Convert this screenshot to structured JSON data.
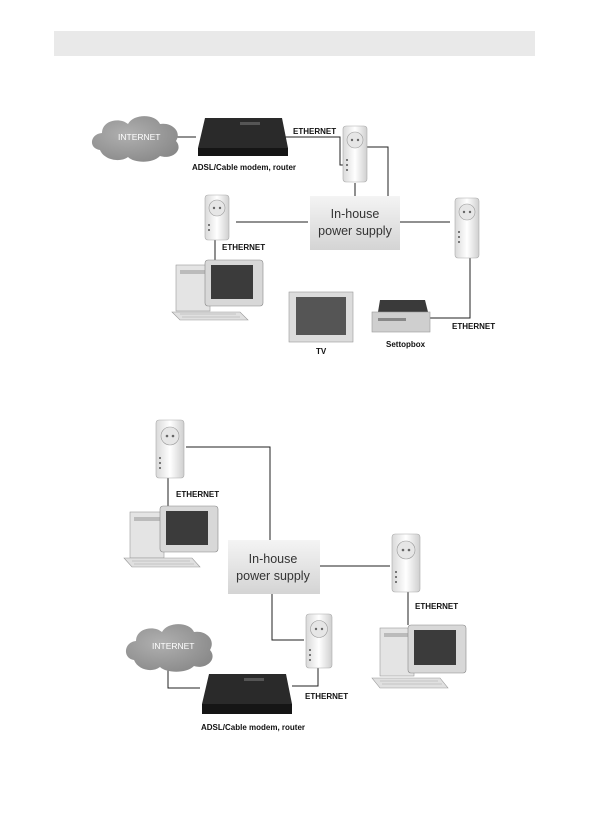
{
  "diagram1": {
    "internet_label": "INTERNET",
    "modem_label": "ADSL/Cable modem, router",
    "power_supply_line1": "In-house",
    "power_supply_line2": "power supply",
    "ethernet_top": "ETHERNET",
    "ethernet_left": "ETHERNET",
    "ethernet_right": "ETHERNET",
    "tv_label": "TV",
    "settopbox_label": "Settopbox"
  },
  "diagram2": {
    "internet_label": "INTERNET",
    "modem_label": "ADSL/Cable modem, router",
    "power_supply_line1": "In-house",
    "power_supply_line2": "power supply",
    "ethernet_top_left": "ETHERNET",
    "ethernet_right": "ETHERNET",
    "ethernet_bottom": "ETHERNET"
  }
}
